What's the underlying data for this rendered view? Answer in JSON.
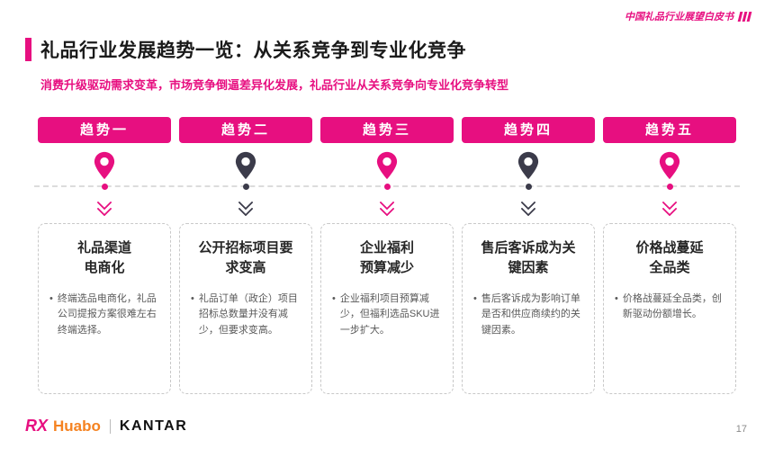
{
  "colors": {
    "accent": "#e70f80",
    "dark": "#3b3b4a",
    "orange": "#f58220",
    "line": "#dcdcdc"
  },
  "glyphs": {
    "bullet": "•"
  },
  "watermark": "中国礼品行业展望白皮书",
  "title": "礼品行业发展趋势一览：从关系竞争到专业化竞争",
  "subtitle": "消费升级驱动需求变革，市场竞争倒逼差异化发展，礼品行业从关系竞争向专业化竞争转型",
  "trends": [
    {
      "badge": "趋势一",
      "color": "#e70f80",
      "title_lines": [
        "礼品渠道",
        "电商化"
      ],
      "bullet": "终端选品电商化，礼品公司提报方案很难左右终端选择。"
    },
    {
      "badge": "趋势二",
      "color": "#3b3b4a",
      "title_lines": [
        "公开招标项目要",
        "求变高"
      ],
      "bullet": "礼品订单（政企）项目招标总数量并没有减少，但要求变高。"
    },
    {
      "badge": "趋势三",
      "color": "#e70f80",
      "title_lines": [
        "企业福利",
        "预算减少"
      ],
      "bullet": "企业福利项目预算减少，但福利选品SKU进一步扩大。"
    },
    {
      "badge": "趋势四",
      "color": "#3b3b4a",
      "title_lines": [
        "售后客诉成为关",
        "键因素"
      ],
      "bullet": "售后客诉成为影响订单是否和供应商续约的关键因素。"
    },
    {
      "badge": "趋势五",
      "color": "#e70f80",
      "title_lines": [
        "价格战蔓延",
        "全品类"
      ],
      "bullet": "价格战蔓延全品类，创新驱动份额增长。"
    }
  ],
  "footer": {
    "rx": "RX",
    "huabo": "Huabo",
    "kantar": "KANTAR",
    "page": "17"
  }
}
